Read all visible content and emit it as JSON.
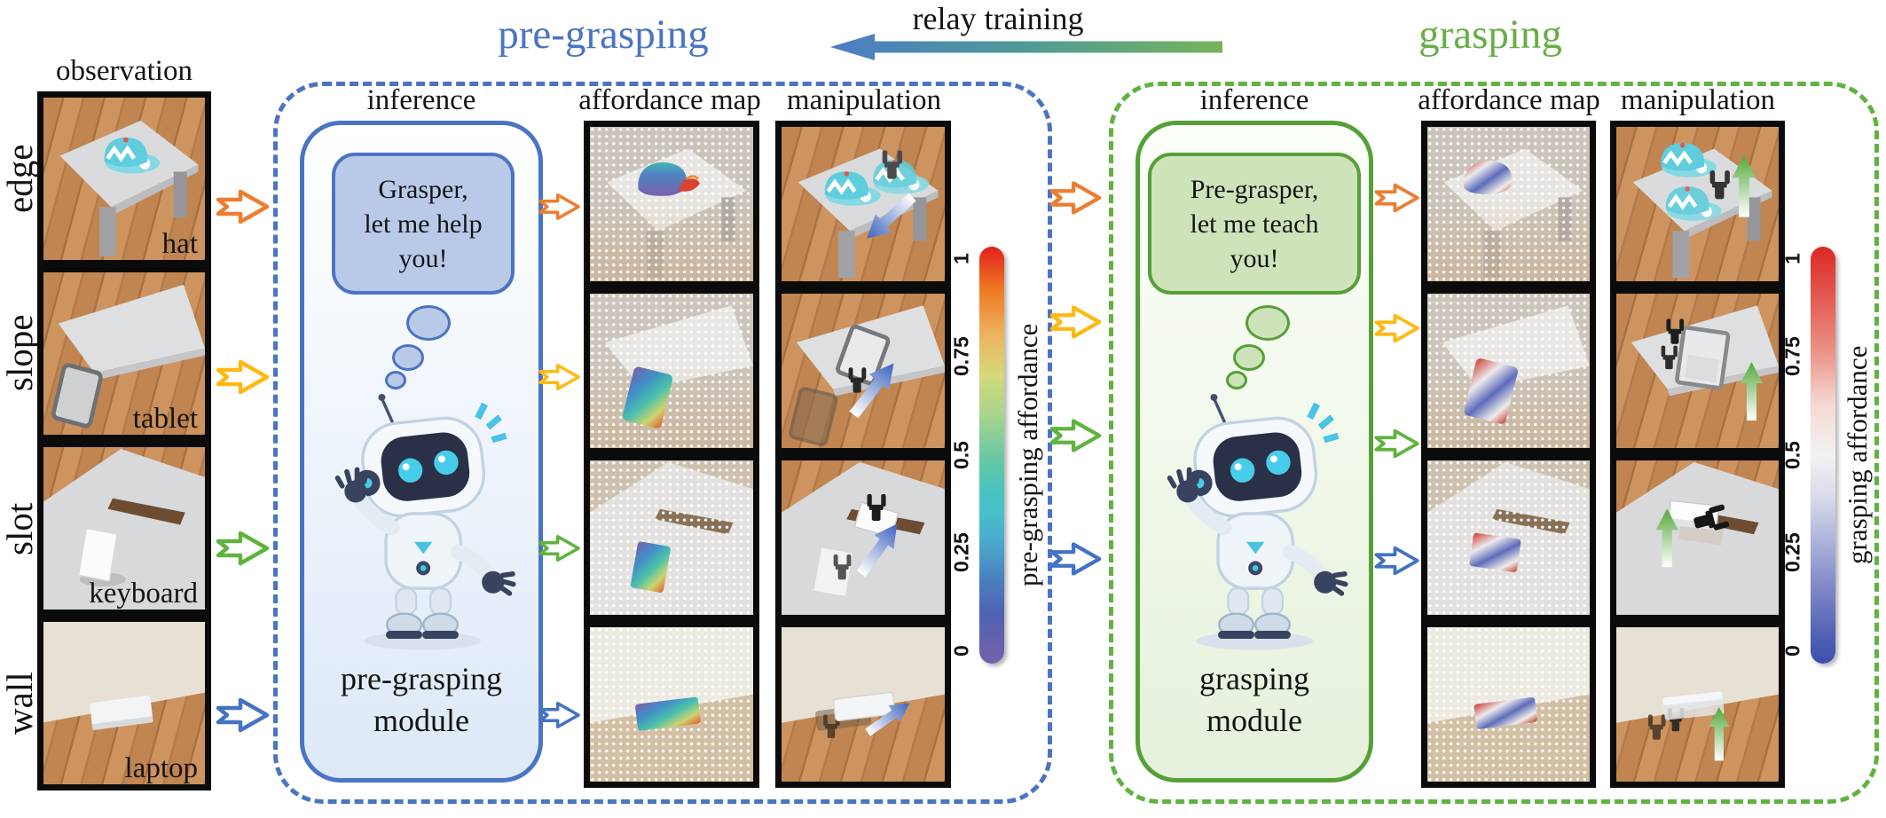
{
  "banner": {
    "relay_training": "relay training",
    "pre_grasping_title": "pre-grasping",
    "grasping_title": "grasping"
  },
  "observation": {
    "header": "observation",
    "rows": [
      {
        "row_label": "edge",
        "object_label": "hat"
      },
      {
        "row_label": "slope",
        "object_label": "tablet"
      },
      {
        "row_label": "slot",
        "object_label": "keyboard"
      },
      {
        "row_label": "wall",
        "object_label": "laptop"
      }
    ]
  },
  "pre_grasping": {
    "inference_header": "inference",
    "speech_lines": [
      "Grasper,",
      "let me help",
      "you!"
    ],
    "module_lines": [
      "pre-grasping",
      "module"
    ],
    "affordance_header": "affordance map",
    "manipulation_header": "manipulation",
    "colorbar": {
      "label": "pre-grasping affordance",
      "ticks": [
        "1",
        "0.75",
        "0.5",
        "0.25",
        "0"
      ]
    }
  },
  "grasping": {
    "inference_header": "inference",
    "speech_lines": [
      "Pre-grasper,",
      "let me teach",
      "you!"
    ],
    "module_lines": [
      "grasping",
      "module"
    ],
    "affordance_header": "affordance map",
    "manipulation_header": "manipulation",
    "colorbar": {
      "label": "grasping affordance",
      "ticks": [
        "1",
        "0.75",
        "0.5",
        "0.25",
        "0"
      ]
    }
  },
  "colors": {
    "blue_accent": "#4a74c4",
    "green_accent": "#5fb33f",
    "arrow_orange": "#ed7d31",
    "arrow_yellow": "#fdb913",
    "arrow_green": "#5fb33f",
    "arrow_blue": "#4472c4"
  }
}
